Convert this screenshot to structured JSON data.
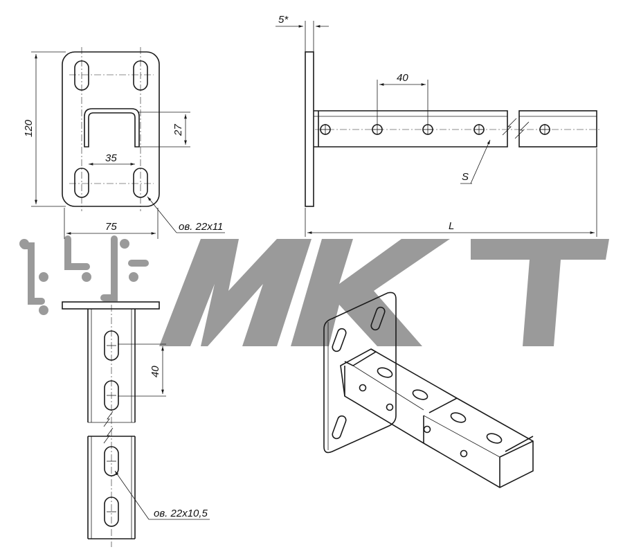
{
  "drawing": {
    "dims": {
      "height_120": "120",
      "dim_27": "27",
      "width_35": "35",
      "width_75": "75",
      "slot_note_top": "ов. 22х11",
      "thickness": "5*",
      "pitch_top": "40",
      "section": "S",
      "length": "L",
      "pitch_side": "40",
      "slot_note_bottom": "ов. 22х10,5"
    }
  },
  "watermark": {
    "brand_text": "МКТ",
    "brand_color": "#9a9a9a"
  },
  "colors": {
    "ink": "#1a1a1a",
    "background": "#ffffff"
  }
}
